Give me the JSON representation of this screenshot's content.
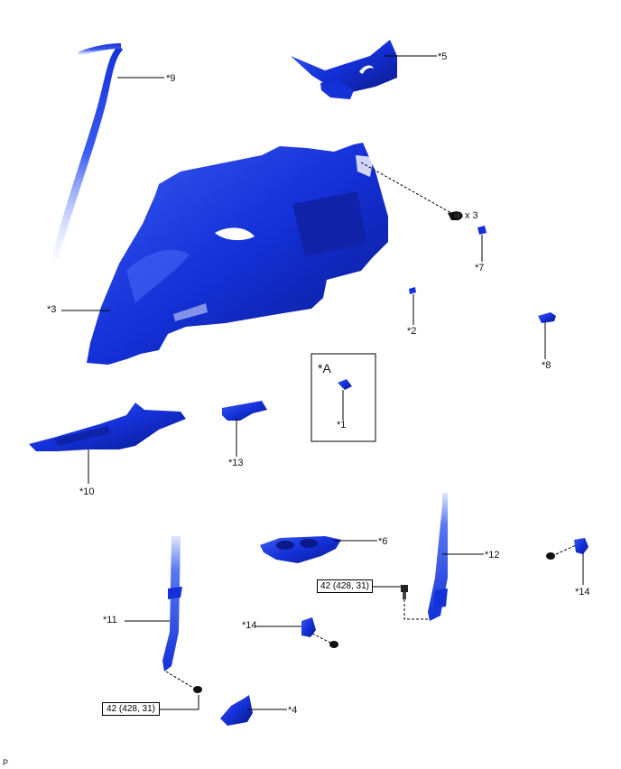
{
  "callouts": {
    "c1": "*1",
    "c2": "*2",
    "c3": "*3",
    "c4": "*4",
    "c5": "*5",
    "c6": "*6",
    "c7": "*7",
    "c8": "*8",
    "c9": "*9",
    "c10": "*10",
    "c11": "*11",
    "c12": "*12",
    "c13": "*13",
    "c14a": "*14",
    "c14b": "*14"
  },
  "inset_label": "*A",
  "quantity_label": "x 3",
  "torque": {
    "left": "42 (428, 31)",
    "right": "42 (428, 31)"
  },
  "footer_code": "P",
  "colors": {
    "part": "#1430d8",
    "part_dark": "#0a1a8a",
    "part_light": "#4a6cf0",
    "line": "#000000"
  }
}
